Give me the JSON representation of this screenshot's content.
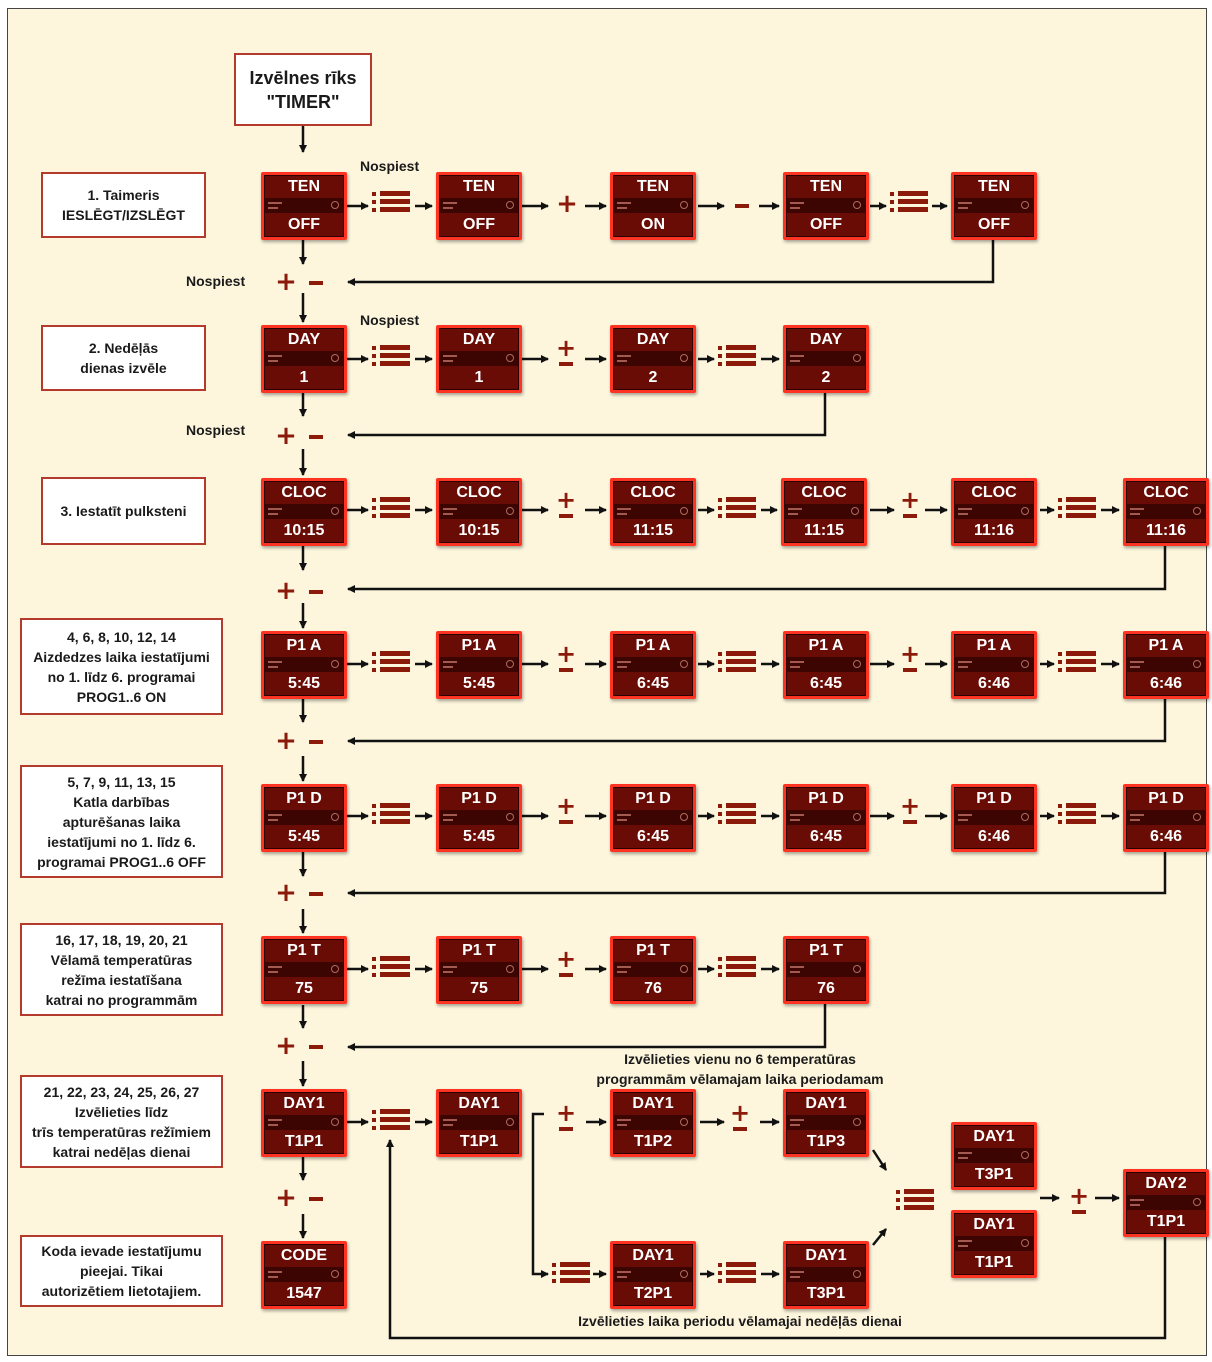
{
  "title": "Izvēlnes rīks\n\"TIMER\"",
  "press_label": "Nospiest",
  "steps": [
    "1. Taimeris\nIESLĒGT/IZSLĒGT",
    "2. Nedēļās\ndienas izvēle",
    "3. Iestatīt pulksteni",
    "4, 6, 8, 10, 12, 14\nAizdedzes laika iestatījumi\nno 1. līdz 6. programai\nPROG1..6 ON",
    "5, 7, 9, 11, 13, 15\nKatla darbības\napturēšanas laika\niestatījumi no 1. līdz 6.\nprogramai PROG1..6 OFF",
    "16, 17, 18, 19, 20, 21\nVēlamā temperatūras\nrežīma iestatīšana\nkatrai no programmām",
    "21, 22, 23, 24, 25, 26, 27\nIzvēlieties līdz\ntrīs temperatūras režīmiem\nkatrai nedēļas dienai",
    "Koda ievade iestatījumu\npieejai. Tikai\nautorizētiem lietotajiem."
  ],
  "caption_temp_program": "Izvēlieties vienu no 6 temperatūras\nprogrammām vēlamajam laika periodamam",
  "caption_period": "Izvēlieties laika periodu vēlamajai nedēļās dienai",
  "displays": [
    {
      "top": "TEN",
      "bottom": "OFF"
    },
    {
      "top": "TEN",
      "bottom": "OFF"
    },
    {
      "top": "TEN",
      "bottom": "ON"
    },
    {
      "top": "TEN",
      "bottom": "OFF"
    },
    {
      "top": "TEN",
      "bottom": "OFF"
    },
    {
      "top": "DAY",
      "bottom": "1"
    },
    {
      "top": "DAY",
      "bottom": "1"
    },
    {
      "top": "DAY",
      "bottom": "2"
    },
    {
      "top": "DAY",
      "bottom": "2"
    },
    {
      "top": "CLOC",
      "bottom": "10:15"
    },
    {
      "top": "CLOC",
      "bottom": "10:15"
    },
    {
      "top": "CLOC",
      "bottom": "11:15"
    },
    {
      "top": "CLOC",
      "bottom": "11:15"
    },
    {
      "top": "CLOC",
      "bottom": "11:16"
    },
    {
      "top": "CLOC",
      "bottom": "11:16"
    },
    {
      "top": "P1 A",
      "bottom": "5:45"
    },
    {
      "top": "P1 A",
      "bottom": "5:45"
    },
    {
      "top": "P1 A",
      "bottom": "6:45"
    },
    {
      "top": "P1 A",
      "bottom": "6:45"
    },
    {
      "top": "P1 A",
      "bottom": "6:46"
    },
    {
      "top": "P1 A",
      "bottom": "6:46"
    },
    {
      "top": "P1 D",
      "bottom": "5:45"
    },
    {
      "top": "P1 D",
      "bottom": "5:45"
    },
    {
      "top": "P1 D",
      "bottom": "6:45"
    },
    {
      "top": "P1 D",
      "bottom": "6:45"
    },
    {
      "top": "P1 D",
      "bottom": "6:46"
    },
    {
      "top": "P1 D",
      "bottom": "6:46"
    },
    {
      "top": "P1 T",
      "bottom": "75"
    },
    {
      "top": "P1 T",
      "bottom": "75"
    },
    {
      "top": "P1 T",
      "bottom": "76"
    },
    {
      "top": "P1 T",
      "bottom": "76"
    },
    {
      "top": "DAY1",
      "bottom": "T1P1"
    },
    {
      "top": "DAY1",
      "bottom": "T1P1"
    },
    {
      "top": "DAY1",
      "bottom": "T1P2"
    },
    {
      "top": "DAY1",
      "bottom": "T1P3"
    },
    {
      "top": "DAY1",
      "bottom": "T2P1"
    },
    {
      "top": "DAY1",
      "bottom": "T3P1"
    },
    {
      "top": "DAY1",
      "bottom": "T3P1"
    },
    {
      "top": "DAY1",
      "bottom": "T1P1"
    },
    {
      "top": "DAY2",
      "bottom": "T1P1"
    },
    {
      "top": "CODE",
      "bottom": "1547"
    }
  ],
  "colors": {
    "background": "#fdf6dd",
    "device": "#ff3322",
    "accent": "#8b1a0a",
    "box_border": "#b43a2c"
  },
  "icons": [
    "menu-icon",
    "plus-icon",
    "minus-icon",
    "plus-minus-icon"
  ]
}
